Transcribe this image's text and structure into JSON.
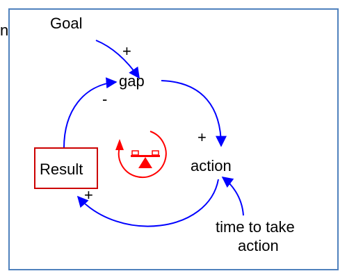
{
  "diagram": {
    "edge_glyph": "n",
    "nodes": {
      "goal": "Goal",
      "gap": "gap",
      "action": "action",
      "result": "Result",
      "time_line1": "time to take",
      "time_line2": "action"
    },
    "polarities": {
      "goal_to_gap": "+",
      "result_to_gap": "-",
      "gap_to_action": "+",
      "action_to_result": "+"
    },
    "loop_type": "balancing",
    "loop_icon": "seesaw-icon",
    "colors": {
      "frame_border": "#4f81bd",
      "link_arrow": "#0000ff",
      "result_box_border": "#cc0000",
      "loop_marker": "#ff0000",
      "text": "#000000"
    }
  }
}
